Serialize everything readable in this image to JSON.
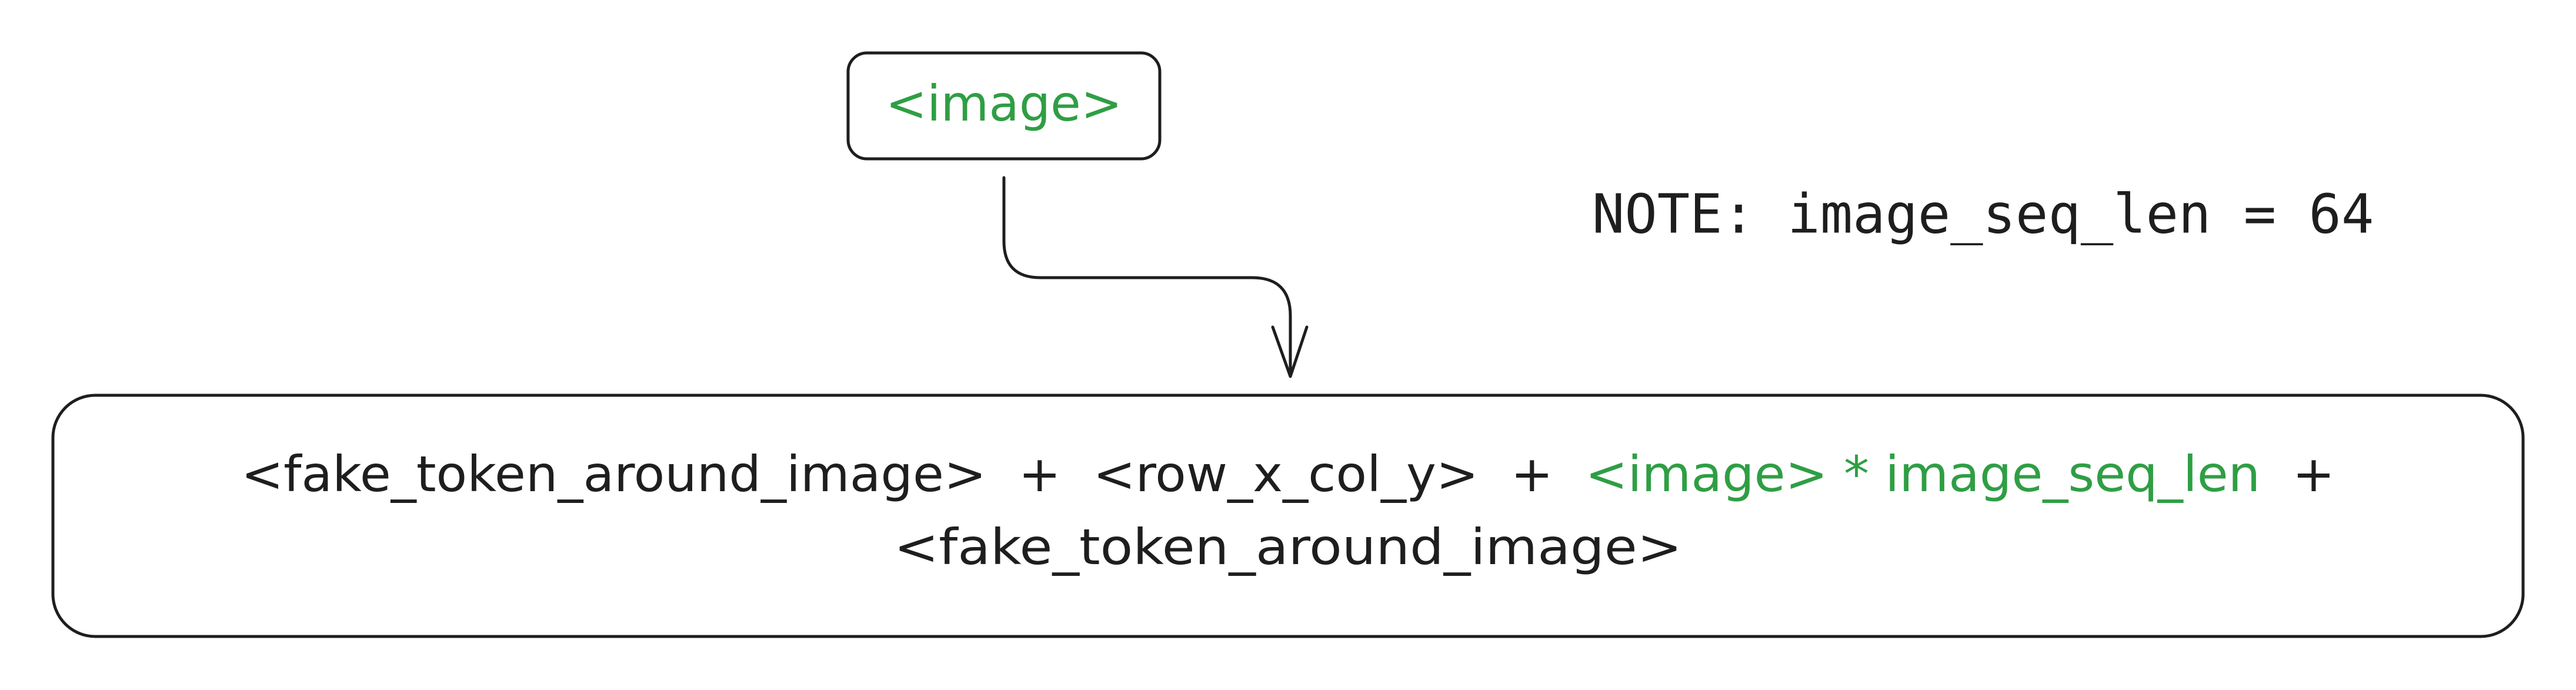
{
  "colors": {
    "stroke": "#1e1e1e",
    "text": "#1e1e1e",
    "accent_green": "#2f9e44",
    "background": "#ffffff"
  },
  "image_node": {
    "label": "<image>"
  },
  "note": {
    "text": "NOTE: image_seq_len = 64"
  },
  "sequence_node": {
    "line1": {
      "fake_token_open": "<fake_token_around_image>",
      "plus_1": " + ",
      "row_col_token": "<row_x_col_y>",
      "plus_2": " + ",
      "image_repeat": "<image> * image_seq_len",
      "plus_3": " +"
    },
    "line2": {
      "fake_token_close": "<fake_token_around_image>"
    }
  },
  "connector": {
    "from": "image-node",
    "to": "sequence-node",
    "arrowhead": "open-chevron"
  }
}
